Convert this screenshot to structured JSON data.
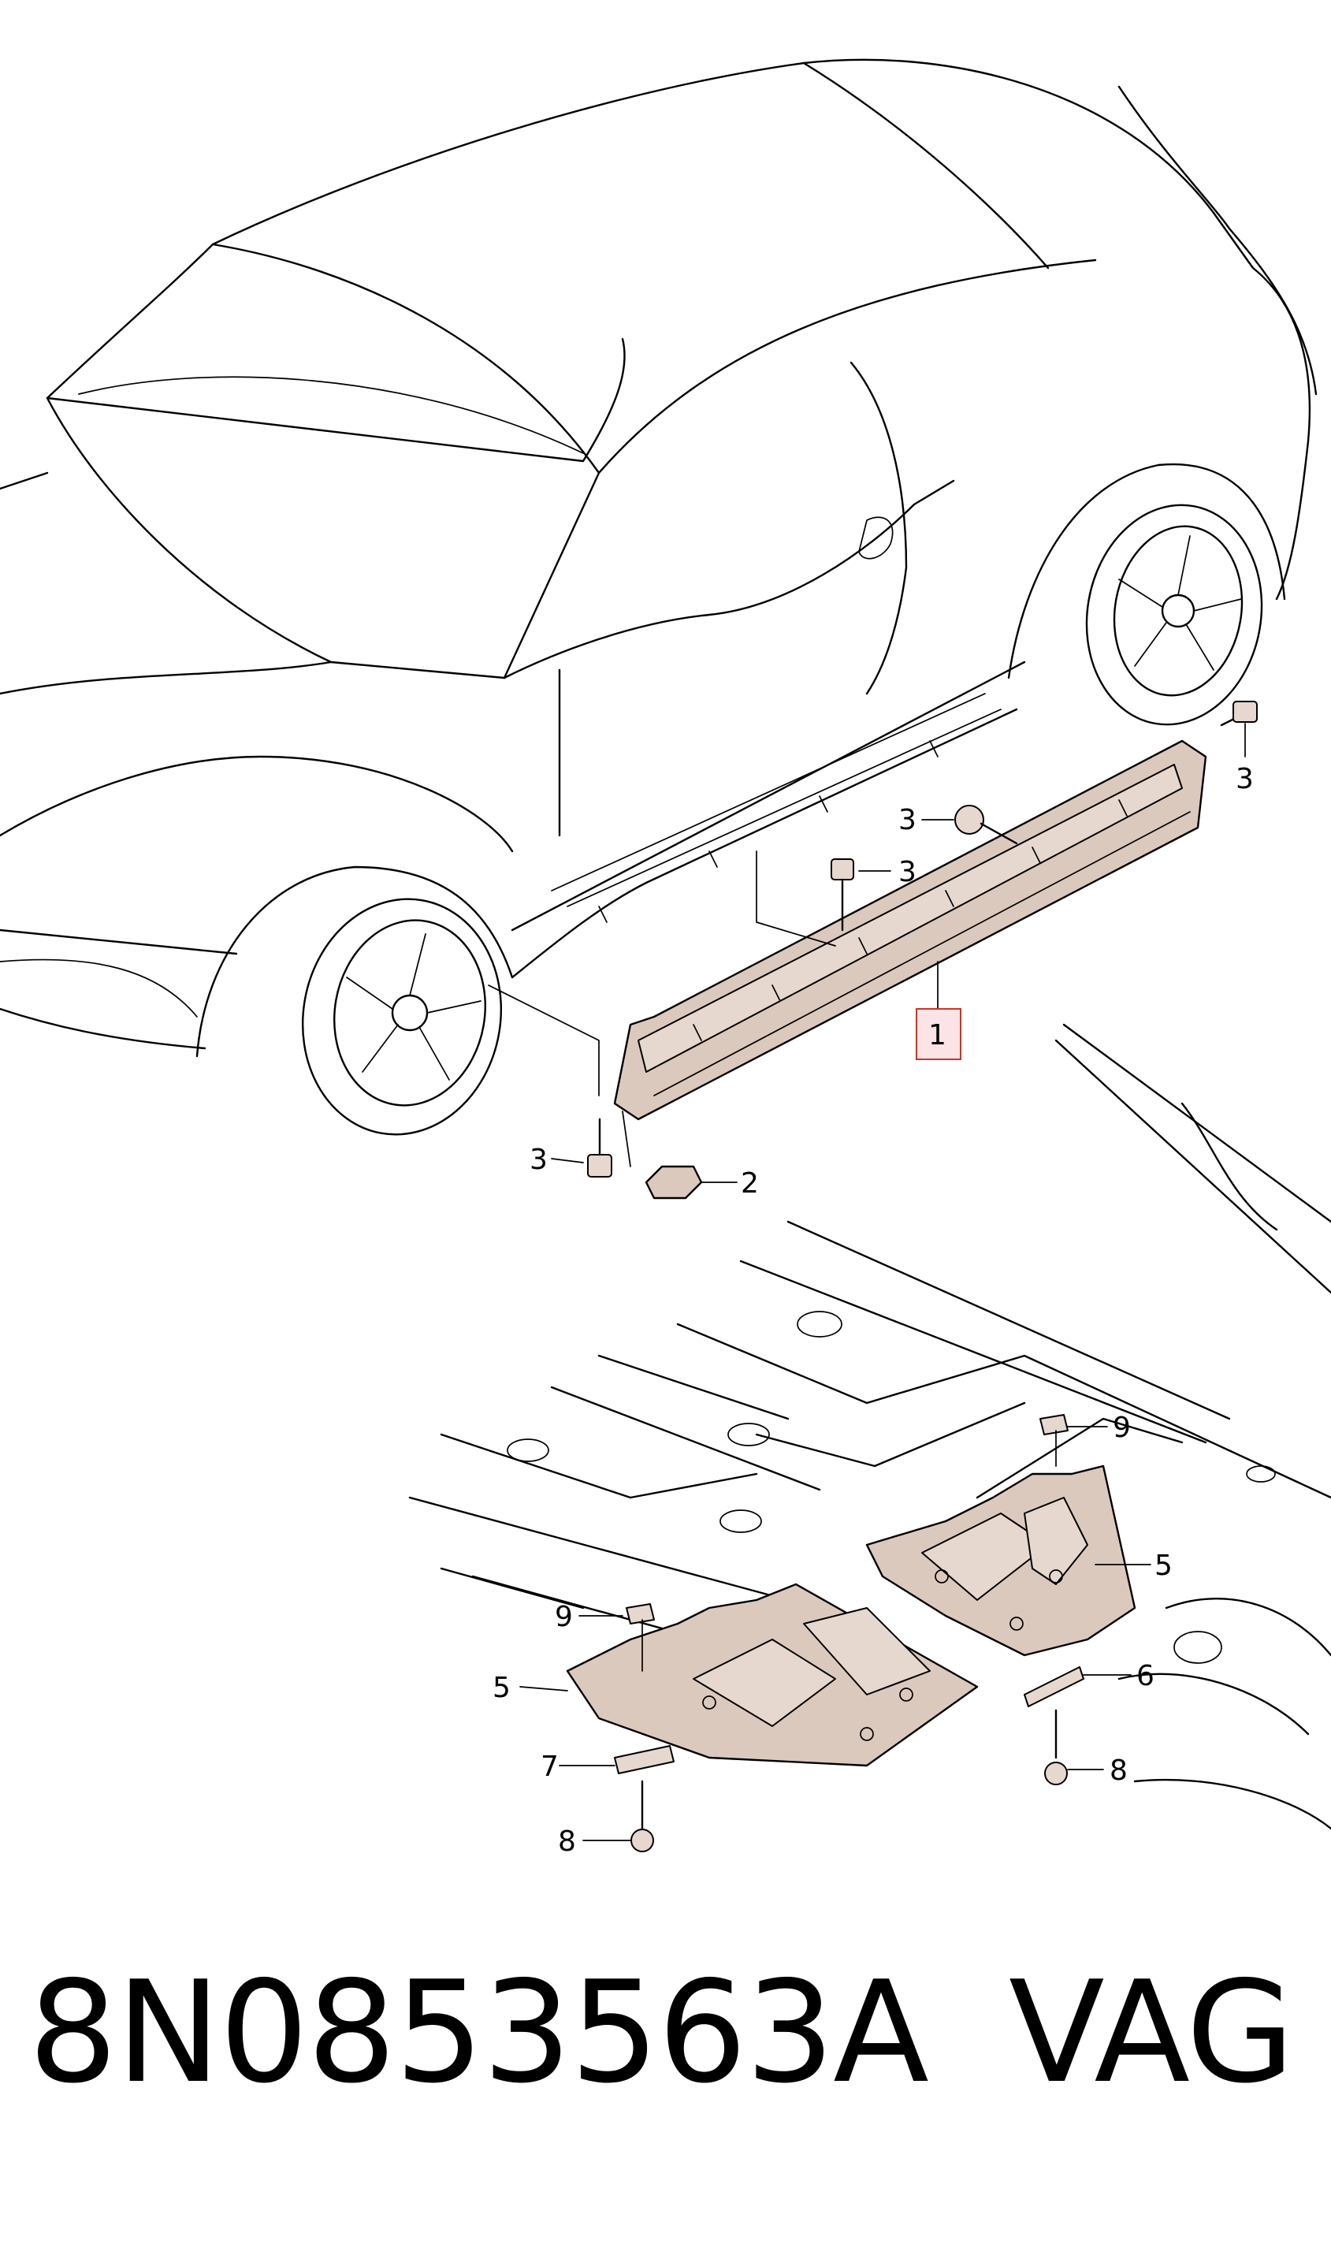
{
  "callouts": [
    {
      "label": "1"
    },
    {
      "label": "2"
    },
    {
      "label": "3"
    },
    {
      "label": "3"
    },
    {
      "label": "3"
    },
    {
      "label": "3"
    },
    {
      "label": "5"
    },
    {
      "label": "5"
    },
    {
      "label": "6"
    },
    {
      "label": "7"
    },
    {
      "label": "8"
    },
    {
      "label": "8"
    },
    {
      "label": "9"
    },
    {
      "label": "9"
    }
  ],
  "highlighted_callout": "1",
  "footer": {
    "part_number": "8N0853563A",
    "brand": "VAG"
  }
}
